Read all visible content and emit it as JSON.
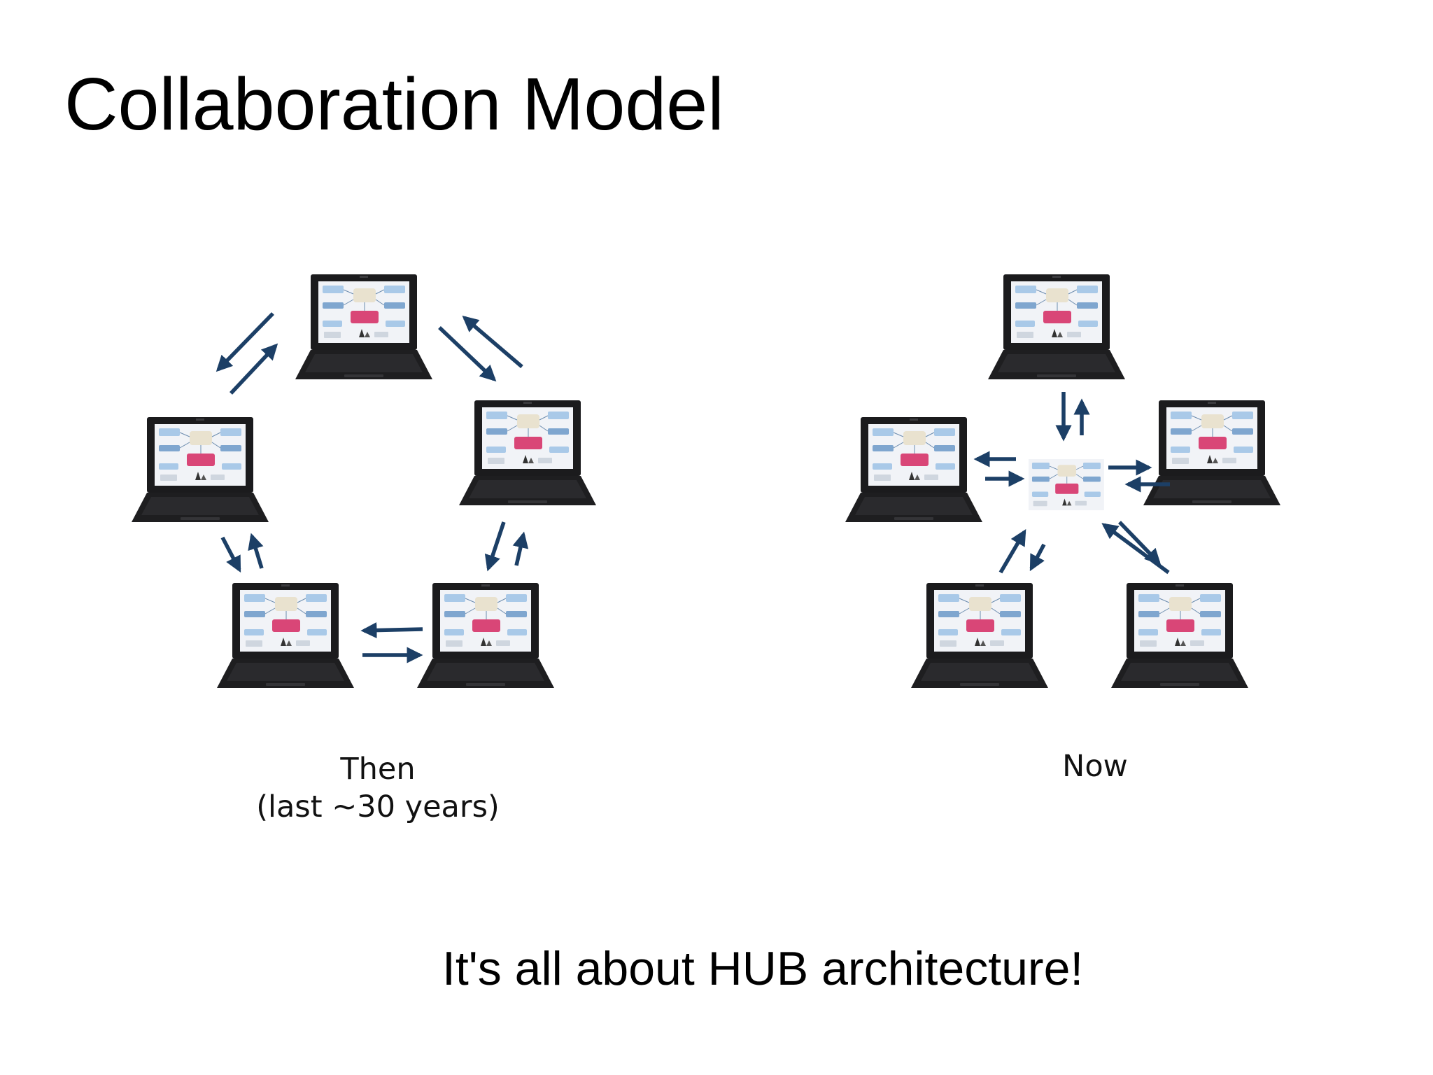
{
  "slide": {
    "title": "Collaboration Model",
    "tagline": "It's all about HUB architecture!"
  },
  "then_diagram": {
    "caption_line1": "Then",
    "caption_line2": "(last ~30 years)",
    "topology": "ring",
    "laptop_count": 5,
    "links": [
      [
        "top",
        "right"
      ],
      [
        "right",
        "bottom-right"
      ],
      [
        "bottom-right",
        "bottom-left"
      ],
      [
        "bottom-left",
        "left"
      ],
      [
        "left",
        "top"
      ]
    ]
  },
  "now_diagram": {
    "caption": "Now",
    "topology": "hub",
    "laptop_count": 5,
    "hub": "central-hub-screen",
    "links": [
      [
        "hub",
        "top"
      ],
      [
        "hub",
        "left"
      ],
      [
        "hub",
        "right"
      ],
      [
        "hub",
        "bottom-left"
      ],
      [
        "hub",
        "bottom-right"
      ]
    ]
  },
  "colors": {
    "arrow": "#1c3f66",
    "laptop_body": "#1b1b1d",
    "laptop_screen": "#f1f3f7",
    "node_blue": "#9fc4e6",
    "node_pink": "#d94677"
  }
}
